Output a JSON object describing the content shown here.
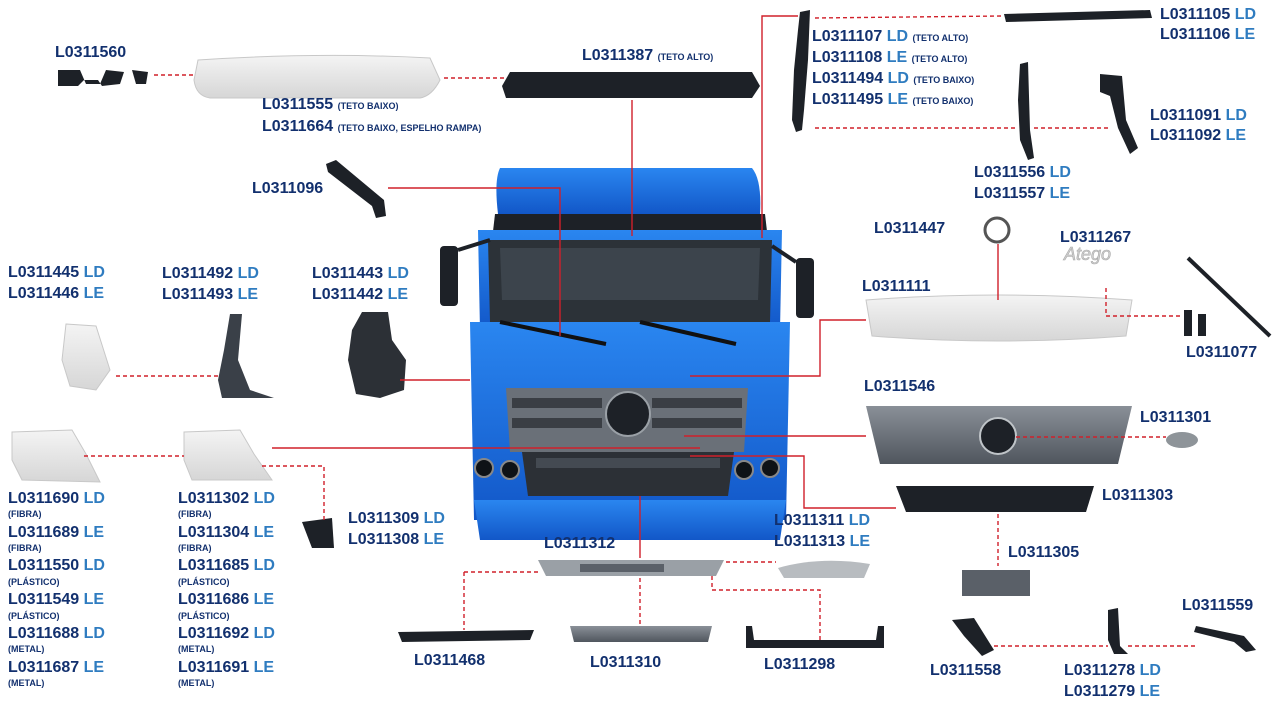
{
  "colors": {
    "label": "#12306e",
    "side": "#2f7cc0",
    "leader": "#d0202a",
    "cab_blue": "#1f6fe0"
  },
  "labels": {
    "l560": "L0311560",
    "l387": "L0311387",
    "l387_note": "(TETO ALTO)",
    "l555": "L0311555",
    "l555_note": "(TETO BAIXO)",
    "l664": "L0311664",
    "l664_note": "(TETO BAIXO, ESPELHO RAMPA)",
    "l107": "L0311107",
    "l107_side": "LD",
    "l107_note": "(TETO ALTO)",
    "l108": "L0311108",
    "l108_side": "LE",
    "l108_note": "(TETO ALTO)",
    "l494": "L0311494",
    "l494_side": "LD",
    "l494_note": "(TETO BAIXO)",
    "l495": "L0311495",
    "l495_side": "LE",
    "l495_note": "(TETO BAIXO)",
    "l105": "L0311105",
    "l105_side": "LD",
    "l106": "L0311106",
    "l106_side": "LE",
    "l091": "L0311091",
    "l091_side": "LD",
    "l092": "L0311092",
    "l092_side": "LE",
    "l556": "L0311556",
    "l556_side": "LD",
    "l557": "L0311557",
    "l557_side": "LE",
    "l096": "L0311096",
    "l447": "L0311447",
    "l267": "L0311267",
    "l111": "L0311111",
    "l077": "L0311077",
    "l445": "L0311445",
    "l445_side": "LD",
    "l446": "L0311446",
    "l446_side": "LE",
    "l492": "L0311492",
    "l492_side": "LD",
    "l493": "L0311493",
    "l493_side": "LE",
    "l443": "L0311443",
    "l443_side": "LD",
    "l442": "L0311442",
    "l442_side": "LE",
    "l546": "L0311546",
    "l301": "L0311301",
    "l303": "L0311303",
    "l305": "L0311305",
    "l559": "L0311559",
    "l311": "L0311311",
    "l311_side": "LD",
    "l313": "L0311313",
    "l313_side": "LE",
    "l309": "L0311309",
    "l309_side": "LD",
    "l308": "L0311308",
    "l308_side": "LE",
    "l312": "L0311312",
    "l468": "L0311468",
    "l310": "L0311310",
    "l298": "L0311298",
    "l558": "L0311558",
    "l278": "L0311278",
    "l278_side": "LD",
    "l279": "L0311279",
    "l279_side": "LE",
    "left_list": [
      {
        "code": "L0311690",
        "side": "LD",
        "note": "(FIBRA)"
      },
      {
        "code": "L0311689",
        "side": "LE",
        "note": "(FIBRA)"
      },
      {
        "code": "L0311550",
        "side": "LD",
        "note": "(PLÁSTICO)"
      },
      {
        "code": "L0311549",
        "side": "LE",
        "note": "(PLÁSTICO)"
      },
      {
        "code": "L0311688",
        "side": "LD",
        "note": "(METAL)"
      },
      {
        "code": "L0311687",
        "side": "LE",
        "note": "(METAL)"
      }
    ],
    "mid_list": [
      {
        "code": "L0311302",
        "side": "LD",
        "note": "(FIBRA)"
      },
      {
        "code": "L0311304",
        "side": "LE",
        "note": "(FIBRA)"
      },
      {
        "code": "L0311685",
        "side": "LD",
        "note": "(PLÁSTICO)"
      },
      {
        "code": "L0311686",
        "side": "LE",
        "note": "(PLÁSTICO)"
      },
      {
        "code": "L0311692",
        "side": "LD",
        "note": "(METAL)"
      },
      {
        "code": "L0311691",
        "side": "LE",
        "note": "(METAL)"
      }
    ]
  }
}
